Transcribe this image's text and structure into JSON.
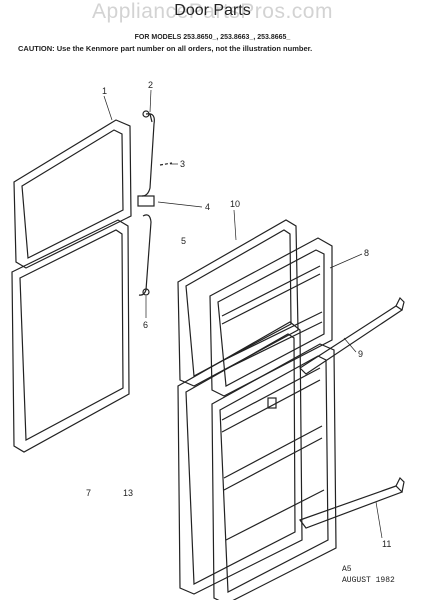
{
  "watermark": "AppliancePartsPros.com",
  "title": "Door Parts",
  "models_line": "FOR MODELS 253.8650_, 253.8663_, 253.8665_",
  "caution": "CAUTION: Use the Kenmore part number on all orders, not the illustration number.",
  "callouts": [
    "1",
    "2",
    "3",
    "4",
    "5",
    "6",
    "7",
    "8",
    "9",
    "10",
    "11",
    "13"
  ],
  "footer": {
    "page": "A5",
    "date": "AUGUST 1982"
  }
}
